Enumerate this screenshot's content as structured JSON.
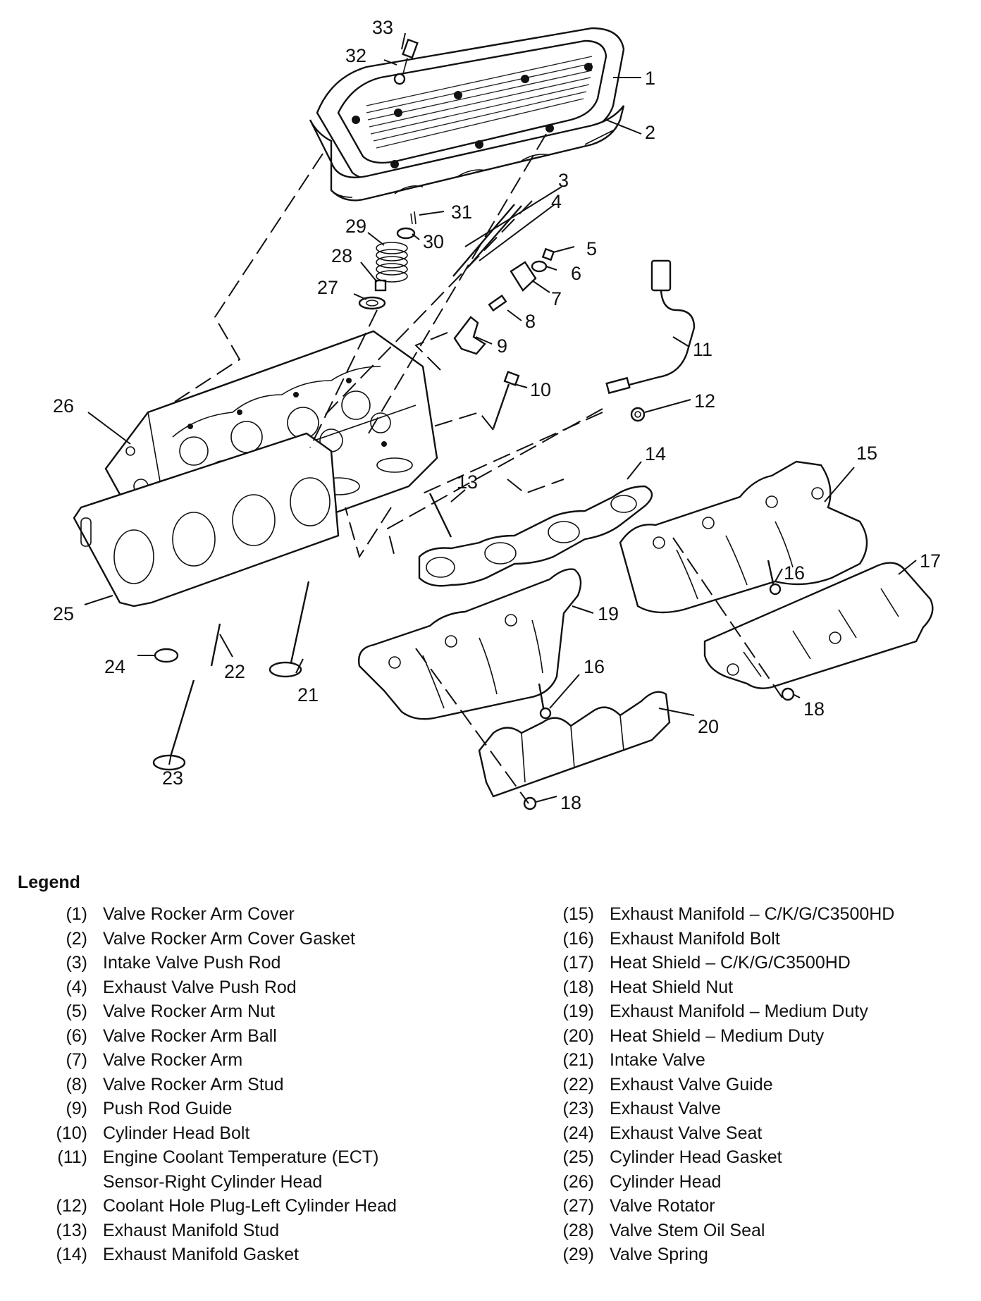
{
  "callouts": {
    "c1": "1",
    "c2": "2",
    "c3": "3",
    "c4": "4",
    "c5": "5",
    "c6": "6",
    "c7": "7",
    "c8": "8",
    "c9": "9",
    "c10": "10",
    "c11": "11",
    "c12": "12",
    "c13": "13",
    "c14": "14",
    "c15": "15",
    "c16a": "16",
    "c16b": "16",
    "c17": "17",
    "c18a": "18",
    "c18b": "18",
    "c19": "19",
    "c20": "20",
    "c21": "21",
    "c22": "22",
    "c23": "23",
    "c24": "24",
    "c25": "25",
    "c26": "26",
    "c27": "27",
    "c28": "28",
    "c29": "29",
    "c30": "30",
    "c31": "31",
    "c32": "32",
    "c33": "33"
  },
  "legend": {
    "title": "Legend",
    "left": [
      {
        "num": "(1)",
        "label": "Valve Rocker Arm Cover"
      },
      {
        "num": "(2)",
        "label": "Valve Rocker Arm Cover Gasket"
      },
      {
        "num": "(3)",
        "label": "Intake Valve Push Rod"
      },
      {
        "num": "(4)",
        "label": "Exhaust Valve Push Rod"
      },
      {
        "num": "(5)",
        "label": "Valve Rocker Arm Nut"
      },
      {
        "num": "(6)",
        "label": "Valve Rocker Arm Ball"
      },
      {
        "num": "(7)",
        "label": "Valve Rocker Arm"
      },
      {
        "num": "(8)",
        "label": "Valve Rocker Arm Stud"
      },
      {
        "num": "(9)",
        "label": "Push Rod Guide"
      },
      {
        "num": "(10)",
        "label": "Cylinder Head Bolt"
      },
      {
        "num": "(11)",
        "label": "Engine Coolant Temperature (ECT)\nSensor-Right Cylinder Head"
      },
      {
        "num": "(12)",
        "label": "Coolant Hole Plug-Left Cylinder Head"
      },
      {
        "num": "(13)",
        "label": "Exhaust Manifold Stud"
      },
      {
        "num": "(14)",
        "label": "Exhaust Manifold Gasket"
      }
    ],
    "right": [
      {
        "num": "(15)",
        "label": "Exhaust Manifold – C/K/G/C3500HD"
      },
      {
        "num": "(16)",
        "label": "Exhaust Manifold Bolt"
      },
      {
        "num": "(17)",
        "label": "Heat Shield – C/K/G/C3500HD"
      },
      {
        "num": "(18)",
        "label": "Heat Shield Nut"
      },
      {
        "num": "(19)",
        "label": "Exhaust Manifold – Medium Duty"
      },
      {
        "num": "(20)",
        "label": "Heat Shield – Medium Duty"
      },
      {
        "num": "(21)",
        "label": "Intake Valve"
      },
      {
        "num": "(22)",
        "label": "Exhaust Valve Guide"
      },
      {
        "num": "(23)",
        "label": "Exhaust Valve"
      },
      {
        "num": "(24)",
        "label": "Exhaust Valve Seat"
      },
      {
        "num": "(25)",
        "label": "Cylinder Head Gasket"
      },
      {
        "num": "(26)",
        "label": "Cylinder Head"
      },
      {
        "num": "(27)",
        "label": "Valve Rotator"
      },
      {
        "num": "(28)",
        "label": "Valve Stem Oil Seal"
      },
      {
        "num": "(29)",
        "label": "Valve Spring"
      }
    ]
  }
}
